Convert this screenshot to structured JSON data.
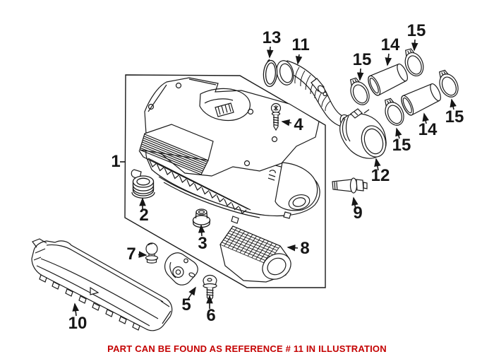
{
  "labels": [
    {
      "ref": "1"
    },
    {
      "ref": "2"
    },
    {
      "ref": "3"
    },
    {
      "ref": "4"
    },
    {
      "ref": "5"
    },
    {
      "ref": "6"
    },
    {
      "ref": "7"
    },
    {
      "ref": "8"
    },
    {
      "ref": "9"
    },
    {
      "ref": "10"
    },
    {
      "ref": "11"
    },
    {
      "ref": "12"
    },
    {
      "ref": "13"
    },
    {
      "ref": "14"
    },
    {
      "ref": "15"
    },
    {
      "ref": "15"
    },
    {
      "ref": "14"
    },
    {
      "ref": "15"
    },
    {
      "ref": "15"
    }
  ],
  "caption": {
    "text": "PART CAN BE FOUND AS REFERENCE # 11 IN ILLUSTRATION",
    "color": "#C40000"
  },
  "colors": {
    "line": "#1a1a1a",
    "background": "#FFFFFF",
    "label_text": "#161616"
  }
}
